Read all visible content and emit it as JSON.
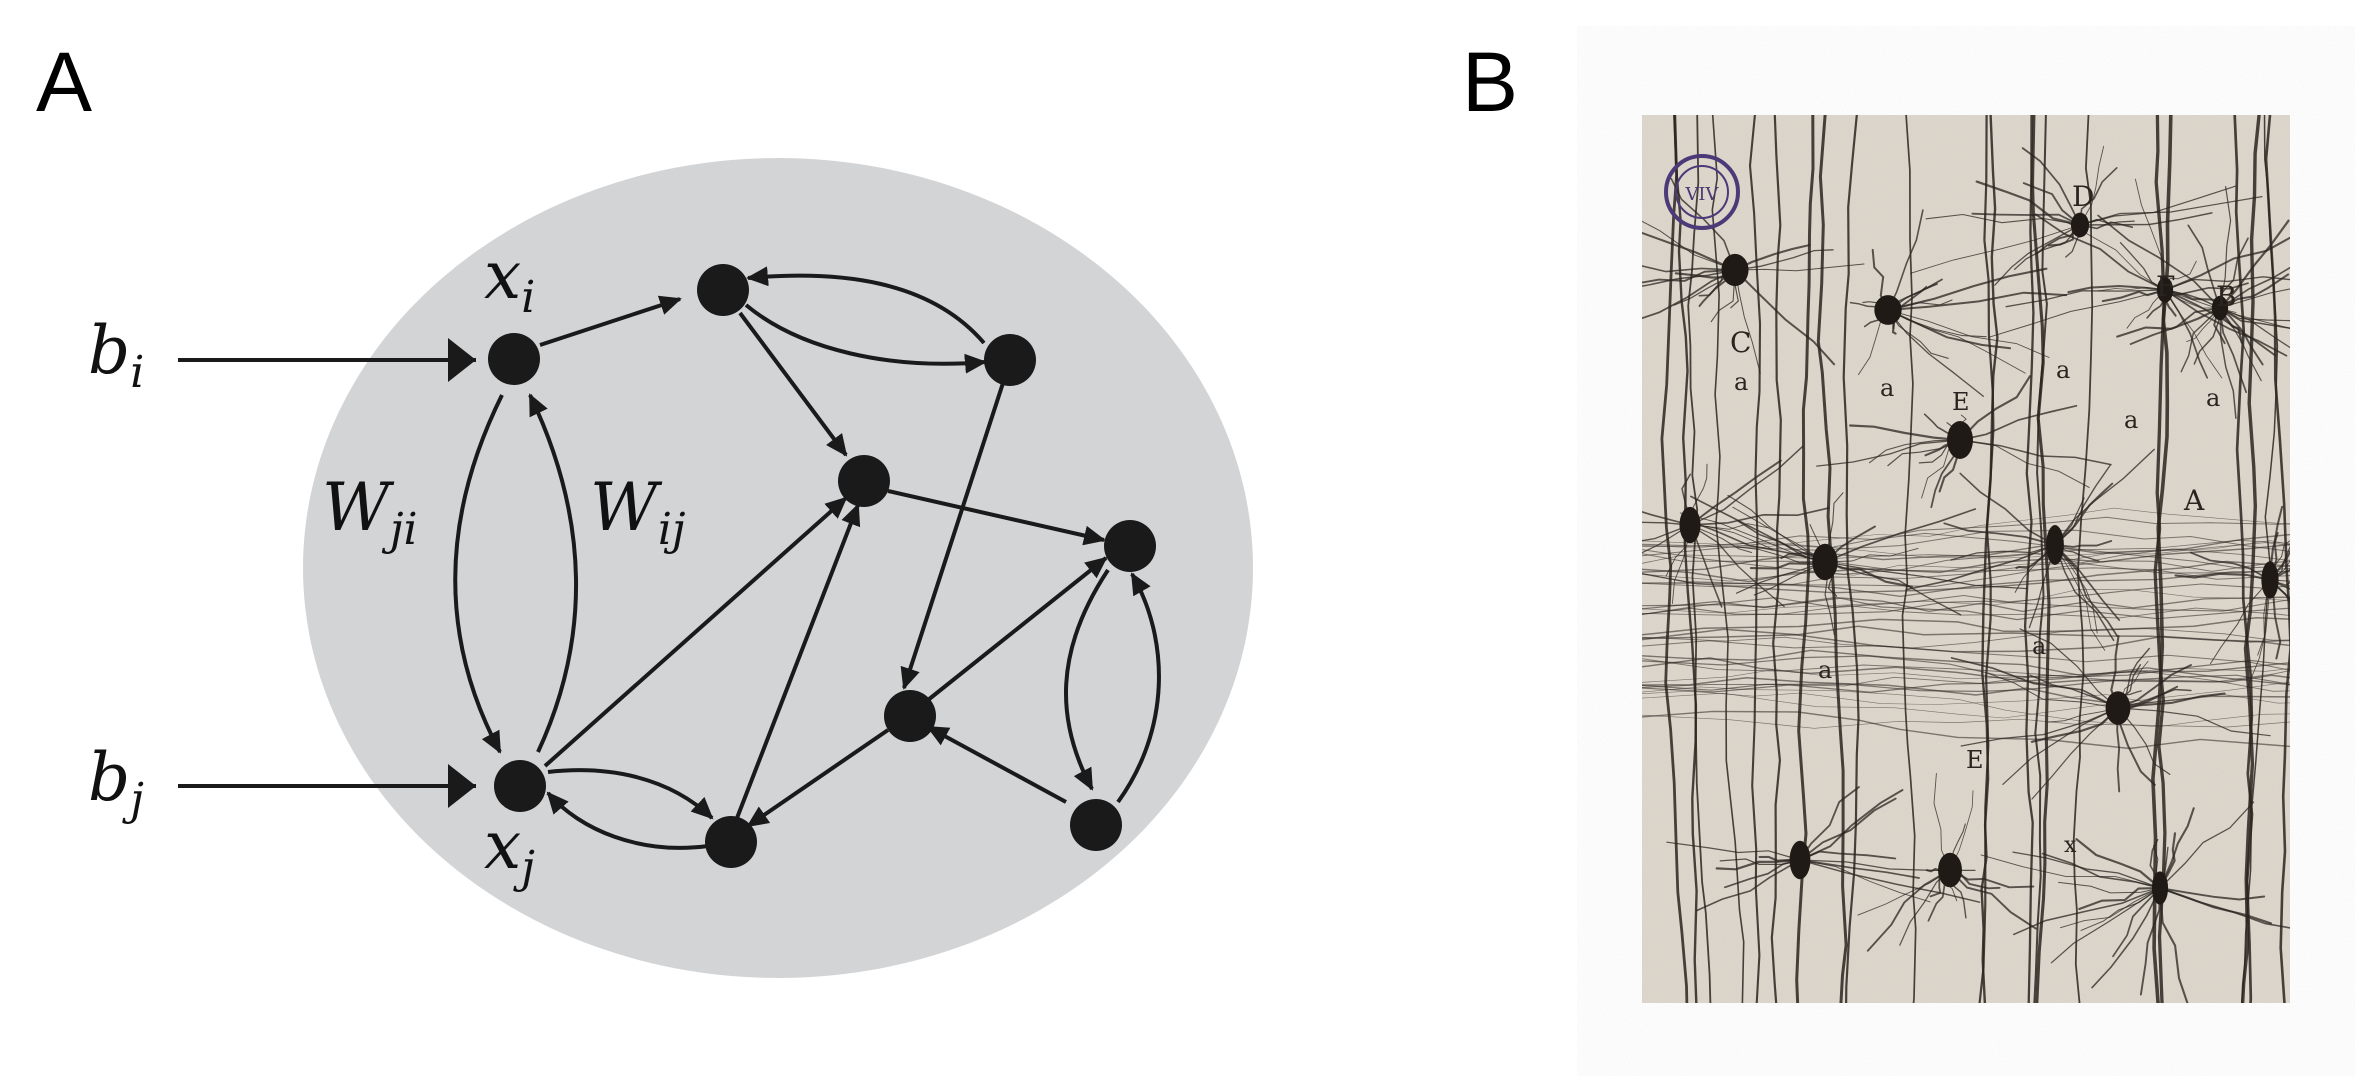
{
  "panels": {
    "a": {
      "letter": "A"
    },
    "b": {
      "letter": "B"
    }
  },
  "network": {
    "input_i": {
      "base": "b",
      "sub": "i"
    },
    "input_j": {
      "base": "b",
      "sub": "j"
    },
    "node_i": {
      "base": "x",
      "sub": "i"
    },
    "node_j": {
      "base": "x",
      "sub": "j"
    },
    "weight_ji": {
      "base": "W",
      "sub": "ji"
    },
    "weight_ij": {
      "base": "W",
      "sub": "ij"
    }
  },
  "illustration": {
    "labels": [
      "D",
      "F",
      "B",
      "C",
      "a",
      "a",
      "E",
      "a",
      "a",
      "a",
      "A",
      "a",
      "a",
      "E",
      "x"
    ],
    "stamp_text": "VIV",
    "colors": {
      "paper": "#ddd6cb",
      "ink": "#2a2420",
      "stamp": "#4a3a78"
    }
  },
  "colors": {
    "blob": "#d3d4d6",
    "node": "#1a1a1a",
    "edge": "#1a1a1a"
  }
}
